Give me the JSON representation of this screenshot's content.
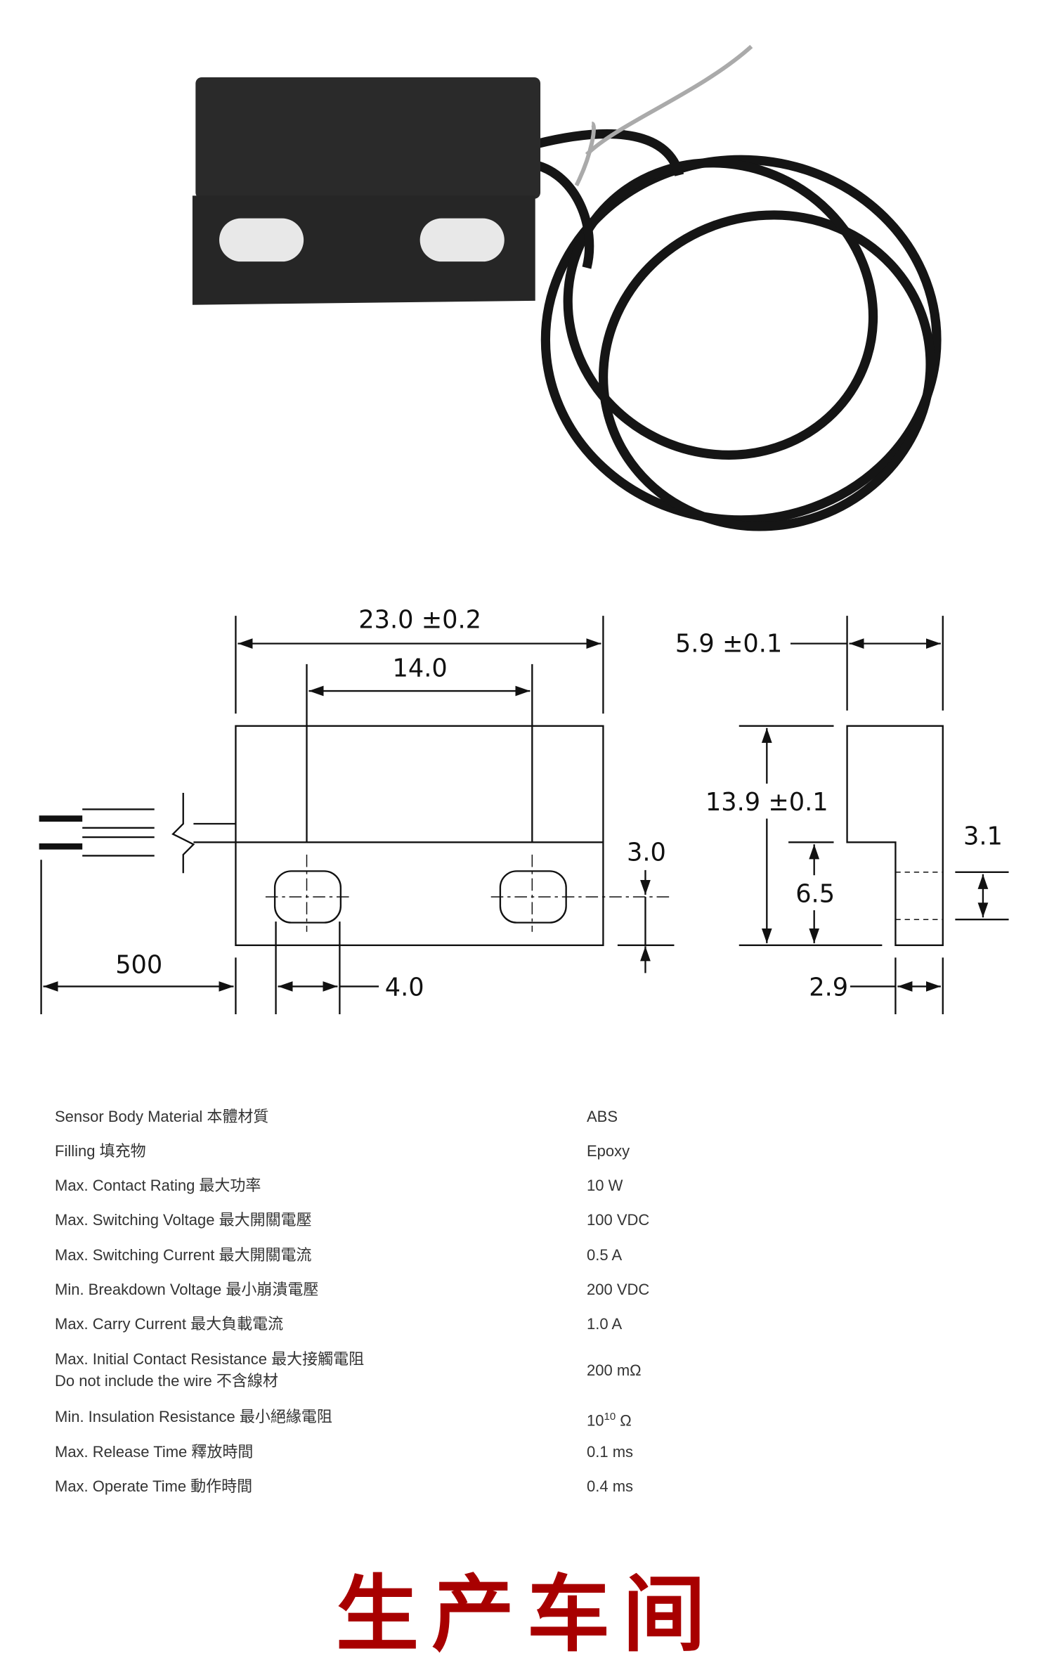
{
  "diagram": {
    "dims": {
      "length": "23.0 ±0.2",
      "hole_spacing": "14.0",
      "width": "5.9 ±0.1",
      "height": "13.9 ±0.1",
      "lip_height": "3.0",
      "step_height": "6.5",
      "hole_height": "3.1",
      "cable_length": "500",
      "hole_width": "4.0",
      "flange_thickness": "2.9"
    }
  },
  "specs": [
    {
      "label": "Sensor Body Material  本體材質",
      "value": "ABS"
    },
    {
      "label": "Filling  填充物",
      "value": "Epoxy"
    },
    {
      "label": "Max. Contact Rating  最大功率",
      "value": "10 W"
    },
    {
      "label": "Max. Switching Voltage  最大開關電壓",
      "value": "100 VDC"
    },
    {
      "label": "Max. Switching Current  最大開關電流",
      "value": "0.5 A"
    },
    {
      "label": "Min. Breakdown Voltage  最小崩潰電壓",
      "value": "200 VDC"
    },
    {
      "label": "Max. Carry Current  最大負載電流",
      "value": "1.0 A"
    },
    {
      "label": "Max. Initial Contact Resistance  最大接觸電阻",
      "label2": "Do not include the wire  不含線材",
      "value": "200 mΩ"
    },
    {
      "label": "Min. Insulation Resistance  最小絕緣電阻",
      "value_base": "10",
      "value_exp": "10",
      "value_unit": " Ω"
    },
    {
      "label": "Max. Release Time  釋放時間",
      "value": "0.1 ms"
    },
    {
      "label": "Max. Operate Time  動作時間",
      "value": "0.4 ms"
    }
  ],
  "headline": "生产车间",
  "colors": {
    "headline": "#a80000",
    "sensor": "#222222"
  }
}
